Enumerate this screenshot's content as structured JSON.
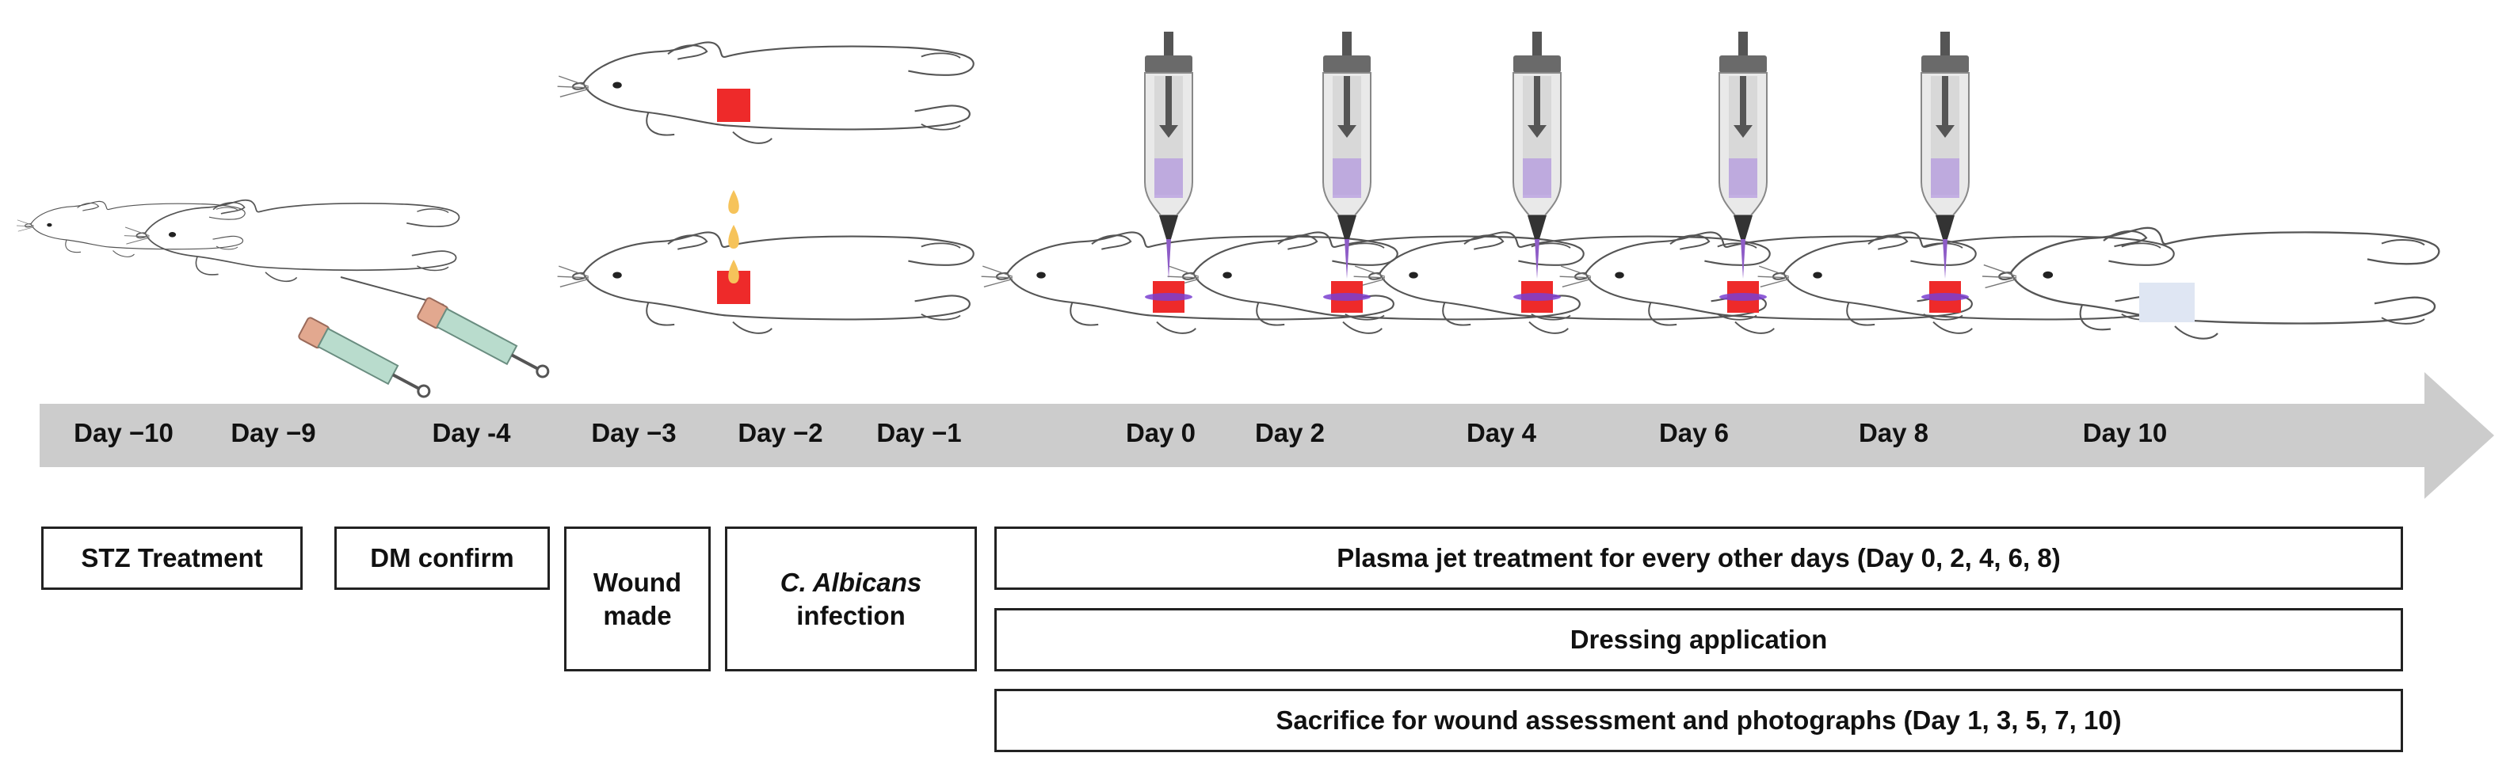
{
  "timeline": {
    "days": [
      "Day −10",
      "Day −9",
      "Day -4",
      "Day −3",
      "Day −2",
      "Day −1",
      "Day 0",
      "Day 2",
      "Day 4",
      "Day 6",
      "Day 8",
      "Day 10"
    ],
    "arrow_color": "#cccccc"
  },
  "boxes": {
    "stz": "STZ Treatment",
    "dm": "DM confirm",
    "wound_line1": "Wound",
    "wound_line2": "made",
    "albicans_italic": "C. Albicans",
    "albicans_rest": "infection",
    "plasma": "Plasma jet treatment for every other days (Day 0, 2, 4, 6, 8)",
    "dressing": "Dressing application",
    "sacrifice": "Sacrifice for wound assessment and photographs (Day 1, 3, 5, 7, 10)"
  },
  "colors": {
    "wound": "#ee2a2a",
    "plasma": "#8e5cc7",
    "droplet": "#f6c35a",
    "dressing": "#dfe6f3",
    "syringe_barrel": "#b9dccd",
    "syringe_tip": "#e2a88f"
  },
  "icons": [
    "mouse-illustration",
    "syringe-icon",
    "plasma-jet-icon",
    "wound-square-icon",
    "droplet-icon",
    "dressing-patch-icon"
  ]
}
